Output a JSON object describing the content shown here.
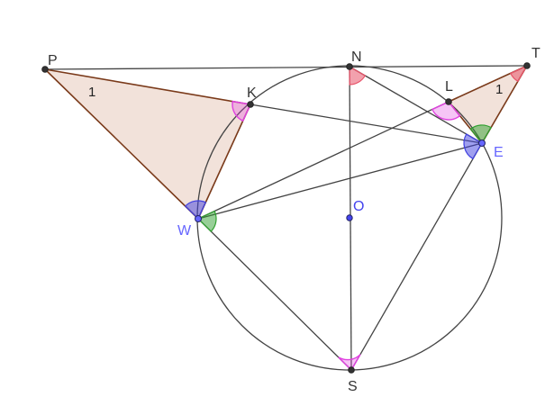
{
  "diagram": {
    "points": {
      "P": {
        "label": "P",
        "color": "#333333"
      },
      "N": {
        "label": "N",
        "color": "#333333"
      },
      "T": {
        "label": "T",
        "color": "#333333"
      },
      "K": {
        "label": "K",
        "color": "#333333"
      },
      "L": {
        "label": "L",
        "color": "#333333"
      },
      "E": {
        "label": "E",
        "color": "#6666ff"
      },
      "W": {
        "label": "W",
        "color": "#6666ff"
      },
      "O": {
        "label": "O",
        "color": "#4444ee"
      },
      "S": {
        "label": "S",
        "color": "#333333"
      }
    },
    "segment_labels": {
      "PK": "1",
      "LT": "1"
    },
    "colors": {
      "triangle_fill": "#f2e2da",
      "triangle_edge": "#7a3a1a",
      "line": "#444444",
      "angle_red": "#e8546a",
      "angle_magenta": "#e040e0",
      "angle_blue": "#4040e0",
      "angle_green": "#30a030"
    }
  }
}
